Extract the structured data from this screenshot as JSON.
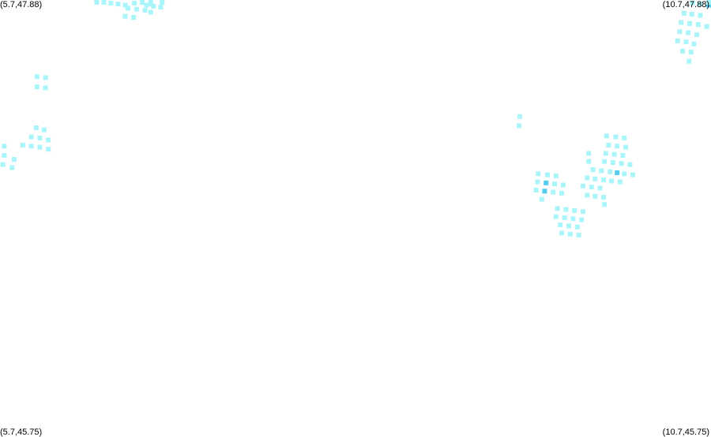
{
  "corners": {
    "top_left": "(5.7,47.88)",
    "top_right": "(10.7,47.88)",
    "bottom_left": "(5.7,45.75)",
    "bottom_right": "(10.7,45.75)"
  },
  "colors": {
    "background": "#ffffff",
    "cell_light": "#aaf5fa",
    "cell_dark": "#55ccee",
    "label_text": "#000000"
  },
  "extent": {
    "lon": [
      5.7,
      10.7
    ],
    "lat": [
      45.75,
      47.88
    ]
  },
  "cells": [
    {
      "lon": 6.38,
      "lat": 47.875,
      "d": 0
    },
    {
      "lon": 6.43,
      "lat": 47.87,
      "d": 0
    },
    {
      "lon": 6.48,
      "lat": 47.865,
      "d": 0
    },
    {
      "lon": 6.53,
      "lat": 47.86,
      "d": 0
    },
    {
      "lon": 6.58,
      "lat": 47.855,
      "d": 0
    },
    {
      "lon": 6.645,
      "lat": 47.865,
      "d": 0
    },
    {
      "lon": 6.7,
      "lat": 47.87,
      "d": 0
    },
    {
      "lon": 6.76,
      "lat": 47.875,
      "d": 0
    },
    {
      "lon": 6.84,
      "lat": 47.875,
      "d": 0
    },
    {
      "lon": 6.76,
      "lat": 47.86,
      "d": 0
    },
    {
      "lon": 6.73,
      "lat": 47.855,
      "d": 0
    },
    {
      "lon": 6.78,
      "lat": 47.85,
      "d": 0
    },
    {
      "lon": 6.83,
      "lat": 47.845,
      "d": 0
    },
    {
      "lon": 6.6,
      "lat": 47.84,
      "d": 0
    },
    {
      "lon": 6.66,
      "lat": 47.835,
      "d": 0
    },
    {
      "lon": 6.72,
      "lat": 47.83,
      "d": 0
    },
    {
      "lon": 6.76,
      "lat": 47.82,
      "d": 0
    },
    {
      "lon": 6.58,
      "lat": 47.8,
      "d": 0
    },
    {
      "lon": 6.64,
      "lat": 47.795,
      "d": 0
    },
    {
      "lon": 5.96,
      "lat": 47.505,
      "d": 0
    },
    {
      "lon": 6.02,
      "lat": 47.5,
      "d": 0
    },
    {
      "lon": 5.96,
      "lat": 47.455,
      "d": 0
    },
    {
      "lon": 6.02,
      "lat": 47.45,
      "d": 0
    },
    {
      "lon": 5.73,
      "lat": 47.165,
      "d": 0
    },
    {
      "lon": 5.73,
      "lat": 47.12,
      "d": 0
    },
    {
      "lon": 5.8,
      "lat": 47.1,
      "d": 0
    },
    {
      "lon": 5.72,
      "lat": 47.075,
      "d": 0
    },
    {
      "lon": 5.785,
      "lat": 47.06,
      "d": 0
    },
    {
      "lon": 5.955,
      "lat": 47.255,
      "d": 0
    },
    {
      "lon": 6.01,
      "lat": 47.245,
      "d": 0
    },
    {
      "lon": 5.92,
      "lat": 47.21,
      "d": 0
    },
    {
      "lon": 5.98,
      "lat": 47.205,
      "d": 0
    },
    {
      "lon": 6.04,
      "lat": 47.195,
      "d": 0
    },
    {
      "lon": 5.86,
      "lat": 47.17,
      "d": 0
    },
    {
      "lon": 5.92,
      "lat": 47.165,
      "d": 0
    },
    {
      "lon": 5.98,
      "lat": 47.16,
      "d": 0
    },
    {
      "lon": 6.04,
      "lat": 47.15,
      "d": 0
    },
    {
      "lon": 9.355,
      "lat": 47.31,
      "d": 0
    },
    {
      "lon": 9.35,
      "lat": 47.265,
      "d": 0
    },
    {
      "lon": 10.57,
      "lat": 47.865,
      "d": 0
    },
    {
      "lon": 10.62,
      "lat": 47.86,
      "d": 0
    },
    {
      "lon": 10.685,
      "lat": 47.855,
      "d": 1
    },
    {
      "lon": 10.69,
      "lat": 47.88,
      "d": 0
    },
    {
      "lon": 10.51,
      "lat": 47.815,
      "d": 0
    },
    {
      "lon": 10.565,
      "lat": 47.81,
      "d": 0
    },
    {
      "lon": 10.625,
      "lat": 47.805,
      "d": 0
    },
    {
      "lon": 10.49,
      "lat": 47.77,
      "d": 0
    },
    {
      "lon": 10.55,
      "lat": 47.765,
      "d": 0
    },
    {
      "lon": 10.61,
      "lat": 47.76,
      "d": 0
    },
    {
      "lon": 10.67,
      "lat": 47.75,
      "d": 0
    },
    {
      "lon": 10.48,
      "lat": 47.725,
      "d": 0
    },
    {
      "lon": 10.54,
      "lat": 47.72,
      "d": 0
    },
    {
      "lon": 10.6,
      "lat": 47.71,
      "d": 0
    },
    {
      "lon": 10.465,
      "lat": 47.68,
      "d": 0
    },
    {
      "lon": 10.525,
      "lat": 47.675,
      "d": 0
    },
    {
      "lon": 10.58,
      "lat": 47.665,
      "d": 0
    },
    {
      "lon": 10.5,
      "lat": 47.63,
      "d": 0
    },
    {
      "lon": 10.56,
      "lat": 47.625,
      "d": 0
    },
    {
      "lon": 10.545,
      "lat": 47.58,
      "d": 0
    },
    {
      "lon": 9.965,
      "lat": 47.215,
      "d": 0
    },
    {
      "lon": 10.03,
      "lat": 47.21,
      "d": 0
    },
    {
      "lon": 10.09,
      "lat": 47.205,
      "d": 0
    },
    {
      "lon": 9.98,
      "lat": 47.17,
      "d": 0
    },
    {
      "lon": 10.04,
      "lat": 47.165,
      "d": 0
    },
    {
      "lon": 10.1,
      "lat": 47.16,
      "d": 0
    },
    {
      "lon": 9.84,
      "lat": 47.13,
      "d": 0
    },
    {
      "lon": 9.96,
      "lat": 47.13,
      "d": 0
    },
    {
      "lon": 10.02,
      "lat": 47.125,
      "d": 0
    },
    {
      "lon": 10.08,
      "lat": 47.12,
      "d": 0
    },
    {
      "lon": 9.84,
      "lat": 47.09,
      "d": 0
    },
    {
      "lon": 9.95,
      "lat": 47.09,
      "d": 0
    },
    {
      "lon": 10.01,
      "lat": 47.085,
      "d": 0
    },
    {
      "lon": 10.07,
      "lat": 47.08,
      "d": 0
    },
    {
      "lon": 10.13,
      "lat": 47.075,
      "d": 0
    },
    {
      "lon": 9.87,
      "lat": 47.05,
      "d": 0
    },
    {
      "lon": 9.93,
      "lat": 47.045,
      "d": 0
    },
    {
      "lon": 9.99,
      "lat": 47.04,
      "d": 0
    },
    {
      "lon": 10.04,
      "lat": 47.035,
      "d": 1
    },
    {
      "lon": 10.09,
      "lat": 47.03,
      "d": 0
    },
    {
      "lon": 10.15,
      "lat": 47.025,
      "d": 0
    },
    {
      "lon": 9.83,
      "lat": 47.01,
      "d": 0
    },
    {
      "lon": 9.885,
      "lat": 47.005,
      "d": 0
    },
    {
      "lon": 9.945,
      "lat": 47.0,
      "d": 0
    },
    {
      "lon": 10.0,
      "lat": 46.995,
      "d": 0
    },
    {
      "lon": 10.06,
      "lat": 46.99,
      "d": 0
    },
    {
      "lon": 9.8,
      "lat": 46.97,
      "d": 0
    },
    {
      "lon": 9.86,
      "lat": 46.965,
      "d": 0
    },
    {
      "lon": 9.92,
      "lat": 46.96,
      "d": 0
    },
    {
      "lon": 9.83,
      "lat": 46.925,
      "d": 0
    },
    {
      "lon": 9.885,
      "lat": 46.92,
      "d": 0
    },
    {
      "lon": 9.945,
      "lat": 46.915,
      "d": 0
    },
    {
      "lon": 9.95,
      "lat": 46.88,
      "d": 0
    },
    {
      "lon": 9.485,
      "lat": 47.03,
      "d": 0
    },
    {
      "lon": 9.55,
      "lat": 47.025,
      "d": 0
    },
    {
      "lon": 9.61,
      "lat": 47.02,
      "d": 0
    },
    {
      "lon": 9.48,
      "lat": 46.99,
      "d": 0
    },
    {
      "lon": 9.54,
      "lat": 46.985,
      "d": 1
    },
    {
      "lon": 9.6,
      "lat": 46.98,
      "d": 0
    },
    {
      "lon": 9.66,
      "lat": 46.975,
      "d": 0
    },
    {
      "lon": 9.47,
      "lat": 46.95,
      "d": 0
    },
    {
      "lon": 9.53,
      "lat": 46.945,
      "d": 1
    },
    {
      "lon": 9.59,
      "lat": 46.94,
      "d": 0
    },
    {
      "lon": 9.65,
      "lat": 46.935,
      "d": 0
    },
    {
      "lon": 9.51,
      "lat": 46.905,
      "d": 0
    },
    {
      "lon": 9.62,
      "lat": 46.86,
      "d": 0
    },
    {
      "lon": 9.68,
      "lat": 46.855,
      "d": 0
    },
    {
      "lon": 9.74,
      "lat": 46.85,
      "d": 0
    },
    {
      "lon": 9.8,
      "lat": 46.845,
      "d": 0
    },
    {
      "lon": 9.61,
      "lat": 46.82,
      "d": 0
    },
    {
      "lon": 9.67,
      "lat": 46.815,
      "d": 0
    },
    {
      "lon": 9.73,
      "lat": 46.81,
      "d": 0
    },
    {
      "lon": 9.79,
      "lat": 46.805,
      "d": 0
    },
    {
      "lon": 9.64,
      "lat": 46.78,
      "d": 0
    },
    {
      "lon": 9.7,
      "lat": 46.775,
      "d": 0
    },
    {
      "lon": 9.76,
      "lat": 46.77,
      "d": 0
    },
    {
      "lon": 9.65,
      "lat": 46.74,
      "d": 0
    },
    {
      "lon": 9.71,
      "lat": 46.735,
      "d": 0
    },
    {
      "lon": 9.77,
      "lat": 46.73,
      "d": 0
    }
  ]
}
